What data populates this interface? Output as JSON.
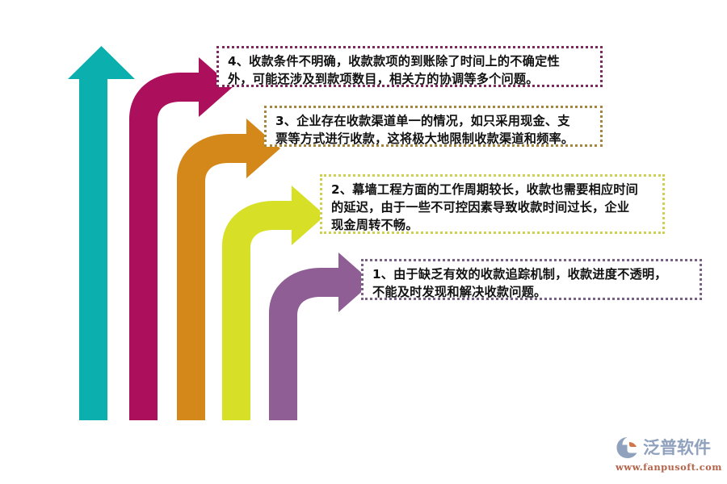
{
  "diagram": {
    "title_text": "",
    "type": "curved-arrow-steps",
    "background": "#ffffff"
  },
  "arrows": [
    {
      "id": "arrow-up-teal",
      "direction": "up",
      "color": "#0bb0ae",
      "order": 0
    },
    {
      "id": "arrow-curve-magenta",
      "direction": "up-then-right",
      "color": "#ac0f5b",
      "order": 1
    },
    {
      "id": "arrow-curve-orange",
      "direction": "up-then-right",
      "color": "#d5881a",
      "order": 2
    },
    {
      "id": "arrow-curve-yellow",
      "direction": "up-then-right",
      "color": "#d7e027",
      "order": 3
    },
    {
      "id": "arrow-curve-purple",
      "direction": "up-then-right",
      "color": "#8e5e95",
      "order": 4
    }
  ],
  "callouts": [
    {
      "id": "callout-1",
      "number": "1",
      "border_color": "#7a5f87",
      "text": "1、由于缺乏有效的收款追踪机制，收款进度不透明，\n不能及时发现和解决收款问题。"
    },
    {
      "id": "callout-2",
      "number": "2",
      "border_color": "#cfcf52",
      "text": "2、幕墙工程方面的工作周期较长，收款也需要相应时间\n的延迟，由于一些不可控因素导致收款时间过长，企业\n现金周转不畅。"
    },
    {
      "id": "callout-3",
      "number": "3",
      "border_color": "#a5863f",
      "text": "3、企业存在收款渠道单一的情况，如只采用现金、支\n票等方式进行收款，这将极大地限制收款渠道和频率。"
    },
    {
      "id": "callout-4",
      "number": "4",
      "border_color": "#7a2a5c",
      "text": "4、收款条件不明确，收款款项的到账除了时间上的不确定性\n外，可能还涉及到款项数目，相关方的协调等多个问题。"
    }
  ],
  "logo": {
    "name": "泛普软件",
    "url": "www.fanpusoft.com",
    "mark_color": "#8fa1bd",
    "accent_color": "#d4764c",
    "text_color": "#8fa1bd",
    "url_color": "#b4644a"
  }
}
